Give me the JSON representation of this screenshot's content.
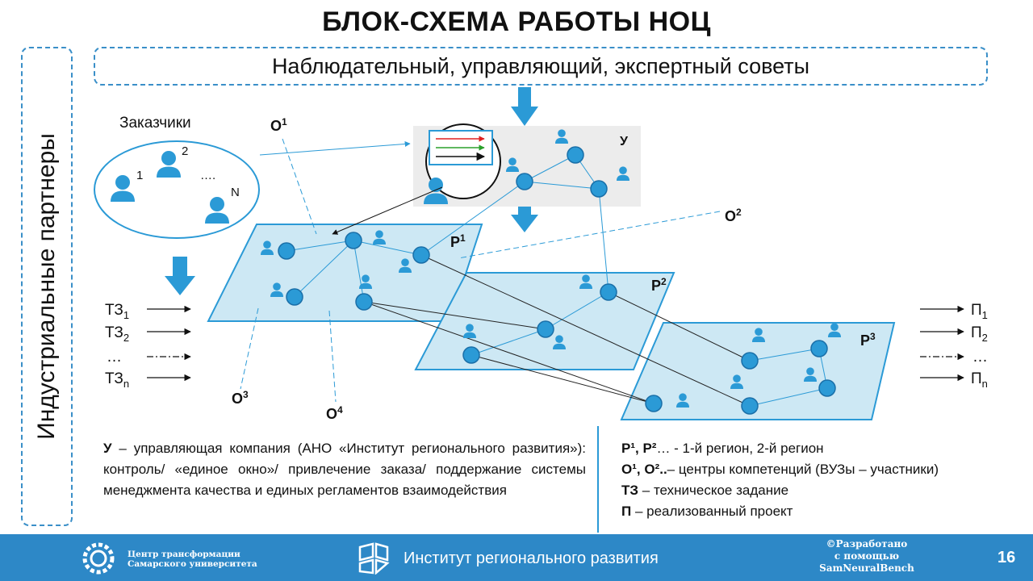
{
  "title": "БЛОК-СХЕМА РАБОТЫ НОЦ",
  "councils": "Наблюдательный,  управляющий,  экспертный советы",
  "partners": "Индустриальные партнеры",
  "clients": {
    "label": "Заказчики",
    "n1": "1",
    "n2": "2",
    "dots": "….",
    "nN": "N"
  },
  "nodes": {
    "management": "У",
    "r1": "Р",
    "r1_sup": "1",
    "r2": "Р",
    "r2_sup": "2",
    "r3": "Р",
    "r3_sup": "3",
    "o1": "О",
    "o1_sup": "1",
    "o2": "О",
    "o2_sup": "2",
    "o3": "О",
    "o3_sup": "3",
    "o4": "О",
    "o4_sup": "4"
  },
  "inputs": [
    {
      "main": "ТЗ",
      "sub": "1"
    },
    {
      "main": "ТЗ",
      "sub": "2"
    },
    {
      "main": "…",
      "sub": ""
    },
    {
      "main": "ТЗ",
      "sub": "n"
    }
  ],
  "outputs": [
    {
      "main": "П",
      "sub": "1"
    },
    {
      "main": "П",
      "sub": "2"
    },
    {
      "main": "…",
      "sub": ""
    },
    {
      "main": "П",
      "sub": "n"
    }
  ],
  "notes": {
    "left_key": "У",
    "left_text": " – управляющая компания (АНО «Институт регионального развития»): контроль/ «единое окно»/ привлечение заказа/ поддержание системы менеджмента качества и единых регламентов взаимодействия",
    "right": [
      {
        "key": "Р¹, Р²",
        "text": "… - 1-й регион, 2-й регион"
      },
      {
        "key": "О¹, О²..",
        "text": "– центры компетенций  (ВУЗы – участники)"
      },
      {
        "key": "ТЗ",
        "text": " – техническое задание"
      },
      {
        "key": "П",
        "text": " – реализованный  проект"
      }
    ]
  },
  "footer": {
    "logo_line1": "Центр трансформации",
    "logo_line2": "Самарского университета",
    "center": "Институт регионального развития",
    "credit1": "©Разработано",
    "credit2": "с помощью",
    "credit3": "SamNeuralBench",
    "page": "16"
  },
  "colors": {
    "accent": "#2d88c7",
    "node_fill": "#2b9ad6",
    "plane_fill": "#cde8f4",
    "plane_stroke": "#2b9ad6"
  }
}
